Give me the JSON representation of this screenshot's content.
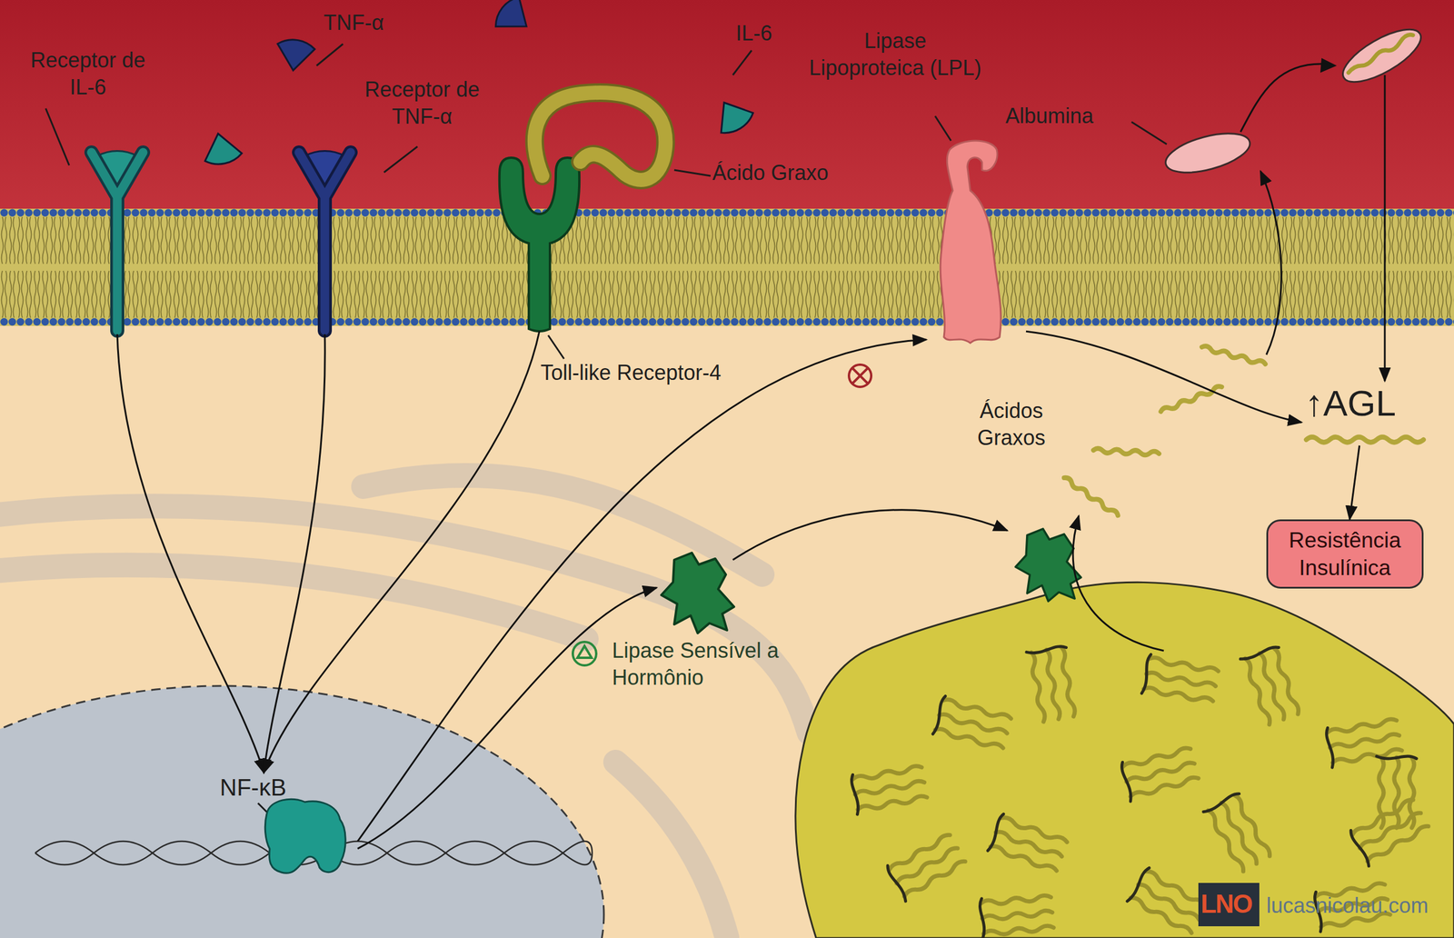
{
  "diagram": {
    "nodes": [
      {
        "text": [
          "Receptor de IL-6"
        ]
      },
      {
        "text": [
          "Receptor de TNF-α"
        ]
      },
      {
        "text": [
          "Toll-like Receptor-4"
        ]
      },
      {
        "text": [
          "Lipase Lipoproteica (LPL)"
        ]
      },
      {
        "text": [
          "Albumina"
        ]
      },
      {
        "text": [
          "↑AGL"
        ]
      },
      {
        "text": [
          "Resistência Insulínica"
        ]
      },
      {
        "text": [
          "Lipase Sensível a Hormônio"
        ]
      },
      {
        "text": [
          "NF-κB"
        ]
      }
    ],
    "edges": [
      {
        "from": 0,
        "to": 8,
        "arrow": "to"
      },
      {
        "from": 1,
        "to": 8,
        "arrow": "to"
      },
      {
        "from": 2,
        "to": 8,
        "arrow": "to"
      },
      {
        "from": 8,
        "to": 7,
        "arrow": "to"
      },
      {
        "from": 8,
        "to": 3,
        "arrow": "to"
      },
      {
        "from": 3,
        "to": 5,
        "arrow": "to"
      },
      {
        "from": 4,
        "to": 5,
        "arrow": "to"
      },
      {
        "from": 5,
        "to": 6,
        "arrow": "to"
      }
    ],
    "labels": [
      "TNF-α",
      "IL-6",
      "Ácido Graxo",
      "Ácidos Graxos",
      "LNO",
      "lucasnicolau.com"
    ]
  }
}
